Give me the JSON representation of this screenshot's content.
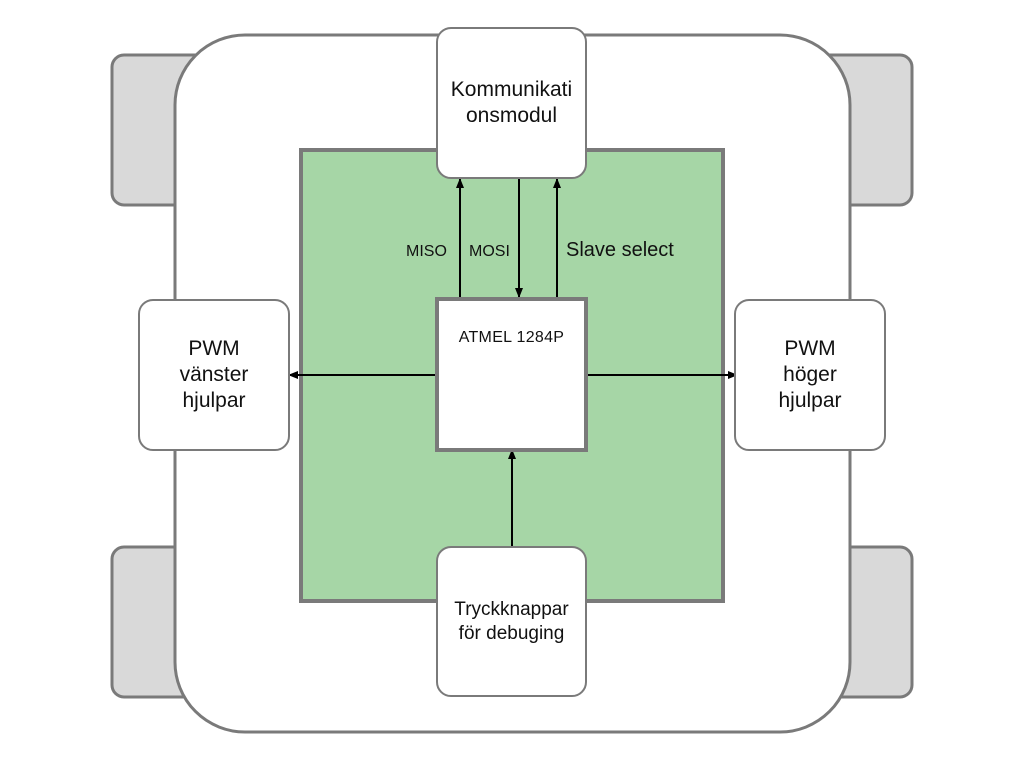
{
  "colors": {
    "chassis_fill": "#ffffff",
    "chassis_stroke": "#7a7a7a",
    "wheel_fill": "#d9d9d9",
    "board_fill": "#a6d6a6",
    "box_fill": "#ffffff",
    "arrow": "#000000"
  },
  "nodes": {
    "comm_module": {
      "line1": "Kommunikati",
      "line2": "onsmodul"
    },
    "mcu": {
      "label": "ATMEL 1284P"
    },
    "pwm_left": {
      "line1": "PWM",
      "line2": "vänster",
      "line3": "hjulpar"
    },
    "pwm_right": {
      "line1": "PWM",
      "line2": "höger",
      "line3": "hjulpar"
    },
    "buttons": {
      "line1": "Tryckknappar",
      "line2": "för debuging"
    }
  },
  "edges": {
    "miso": {
      "label": "MISO",
      "from": "mcu",
      "to": "comm_module"
    },
    "mosi": {
      "label": "MOSI",
      "from": "comm_module",
      "to": "mcu"
    },
    "slave_select": {
      "label": "Slave select",
      "from": "mcu",
      "to": "comm_module"
    },
    "to_pwm_left": {
      "label": "",
      "from": "mcu",
      "to": "pwm_left"
    },
    "to_pwm_right": {
      "label": "",
      "from": "mcu",
      "to": "pwm_right"
    },
    "from_buttons": {
      "label": "",
      "from": "buttons",
      "to": "mcu"
    }
  }
}
